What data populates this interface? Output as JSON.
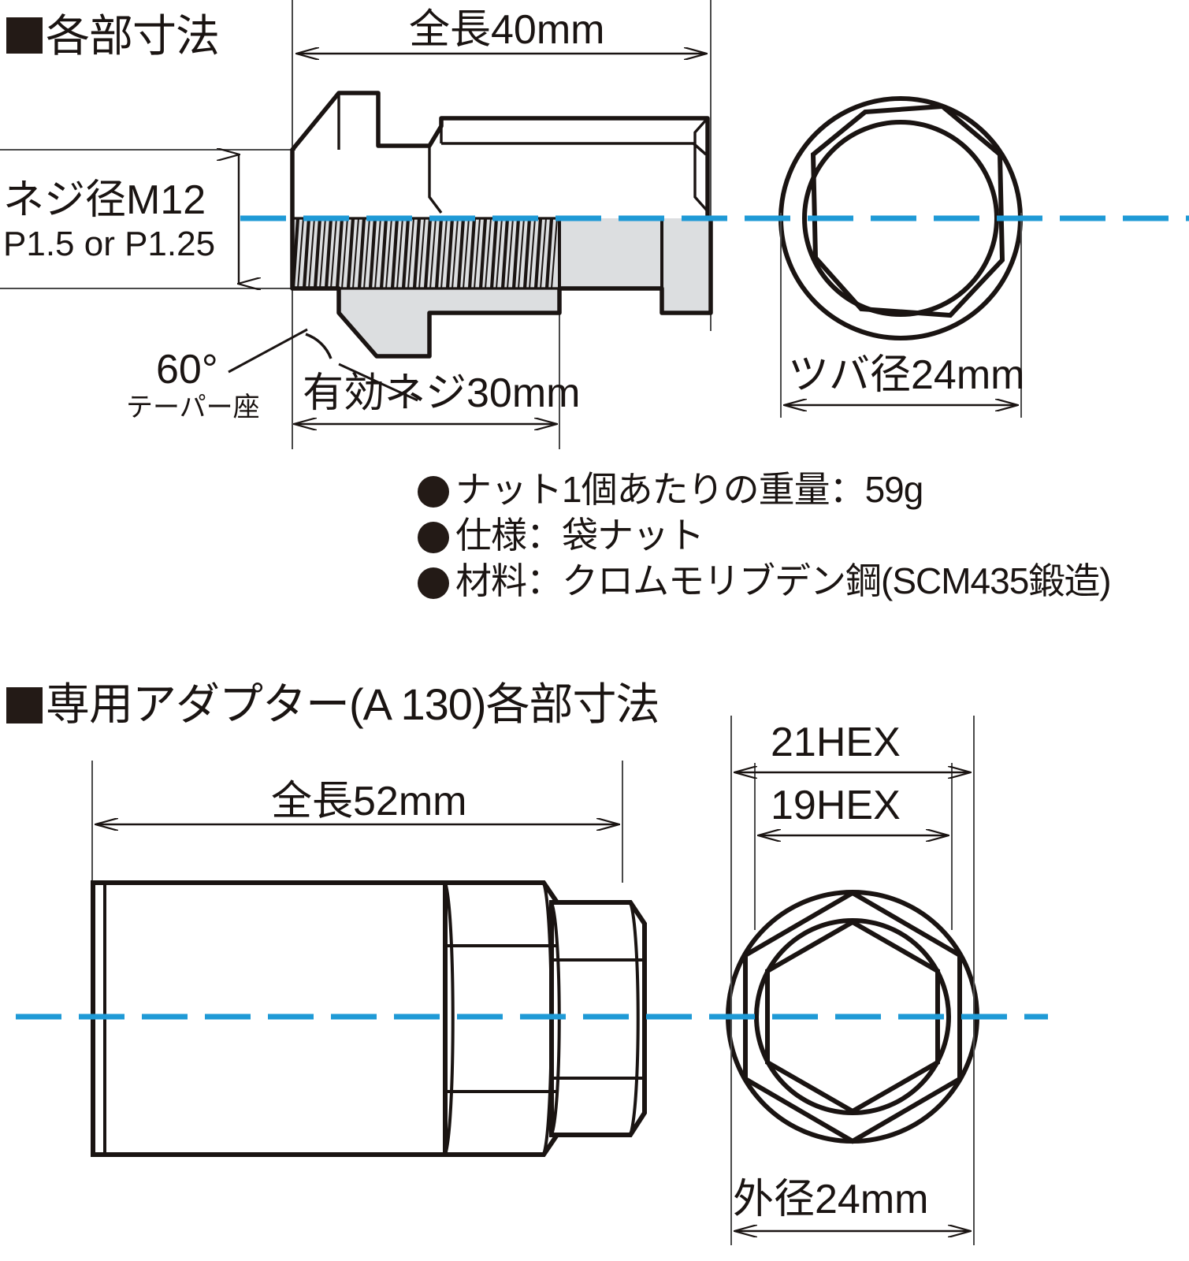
{
  "document": {
    "type": "technical-drawing",
    "language": "ja"
  },
  "section1": {
    "title": "各部寸法",
    "bullet_marker": "■",
    "dimensions": {
      "overall_length": "全長40mm",
      "thread_diameter_line1": "ネジ径M12",
      "thread_diameter_line2": "P1.5 or P1.25",
      "taper_angle": "60°",
      "taper_seat": "テーパー座",
      "effective_thread": "有効ネジ30mm",
      "flange_diameter": "ツバ径24mm"
    }
  },
  "specs": {
    "items": [
      "ナット1個あたりの重量：59g",
      "仕様：袋ナット",
      "材料：クロムモリブデン鋼(SCM435鍛造)"
    ]
  },
  "section2": {
    "title": "専用アダプター(A 130)各部寸法",
    "bullet_marker": "■",
    "dimensions": {
      "overall_length": "全長52mm",
      "hex_outer": "21HEX",
      "hex_inner": "19HEX",
      "outer_diameter": "外径24mm"
    }
  },
  "colors": {
    "centerline": "#1f9ad6",
    "outline": "#1a1412",
    "hatch_fill": "#dcdee0",
    "thin_line": "#3a3a3a"
  }
}
